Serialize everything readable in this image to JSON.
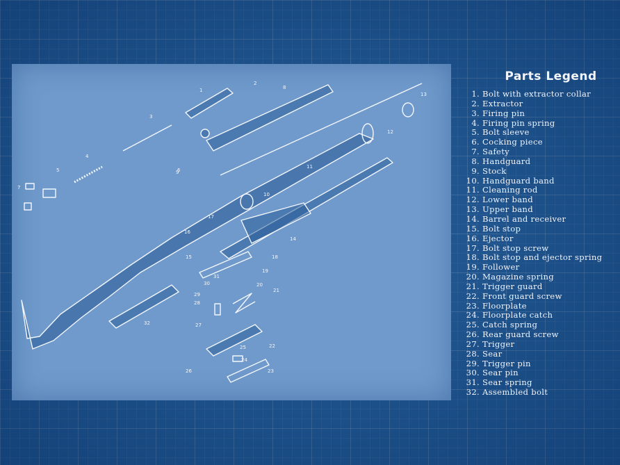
{
  "legend": {
    "title": "Parts Legend",
    "items": [
      {
        "num": "1.",
        "name": "Bolt with extractor collar"
      },
      {
        "num": "2.",
        "name": "Extractor"
      },
      {
        "num": "3.",
        "name": "Firing pin"
      },
      {
        "num": "4.",
        "name": "Firing pin spring"
      },
      {
        "num": "5.",
        "name": "Bolt sleeve"
      },
      {
        "num": "6.",
        "name": "Cocking piece"
      },
      {
        "num": "7.",
        "name": "Safety"
      },
      {
        "num": "8.",
        "name": "Handguard"
      },
      {
        "num": "9.",
        "name": "Stock"
      },
      {
        "num": "10.",
        "name": "Handguard band"
      },
      {
        "num": "11.",
        "name": "Cleaning rod"
      },
      {
        "num": "12.",
        "name": "Lower band"
      },
      {
        "num": "13.",
        "name": "Upper band"
      },
      {
        "num": "14.",
        "name": "Barrel and receiver"
      },
      {
        "num": "15.",
        "name": "Bolt stop"
      },
      {
        "num": "16.",
        "name": "Ejector"
      },
      {
        "num": "17.",
        "name": "Bolt stop screw"
      },
      {
        "num": "18.",
        "name": "Bolt stop and ejector spring"
      },
      {
        "num": "19.",
        "name": "Follower"
      },
      {
        "num": "20.",
        "name": "Magazine spring"
      },
      {
        "num": "21.",
        "name": "Trigger guard"
      },
      {
        "num": "22.",
        "name": "Front guard screw"
      },
      {
        "num": "23.",
        "name": "Floorplate"
      },
      {
        "num": "24.",
        "name": "Floorplate catch"
      },
      {
        "num": "25.",
        "name": "Catch spring"
      },
      {
        "num": "26.",
        "name": "Rear guard screw"
      },
      {
        "num": "27.",
        "name": "Trigger"
      },
      {
        "num": "28.",
        "name": "Sear"
      },
      {
        "num": "29.",
        "name": "Trigger pin"
      },
      {
        "num": "30.",
        "name": "Sear pin"
      },
      {
        "num": "31.",
        "name": "Sear spring"
      },
      {
        "num": "32.",
        "name": "Assembled bolt"
      }
    ]
  },
  "callouts": [
    "1",
    "2",
    "3",
    "4",
    "5",
    "6",
    "7",
    "8",
    "9",
    "10",
    "11",
    "12",
    "13",
    "14",
    "15",
    "16",
    "17",
    "18",
    "19",
    "20",
    "21",
    "22",
    "23",
    "24",
    "25",
    "26",
    "27",
    "28",
    "29",
    "30",
    "31",
    "32"
  ],
  "colors": {
    "background": "#1e5a98",
    "panel": "#6f9acb",
    "ink": "#f1f4fb"
  }
}
